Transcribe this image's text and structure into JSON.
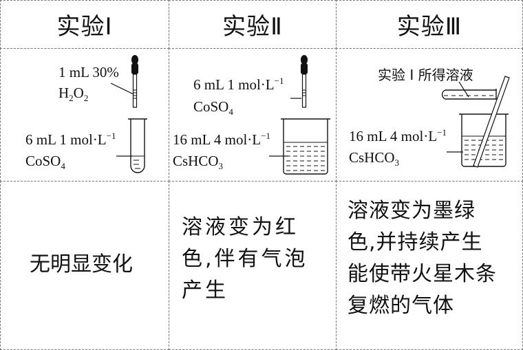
{
  "table": {
    "headers": [
      "实验Ⅰ",
      "实验Ⅱ",
      "实验Ⅲ"
    ],
    "setup": {
      "exp1": {
        "dropper_label_line1": "1 mL 30%",
        "dropper_label_line2_main": "H",
        "dropper_label_line2_sub1": "2",
        "dropper_label_line2_mid": "O",
        "dropper_label_line2_sub2": "2",
        "tube_label_line1_main": "6 mL 1 mol·L",
        "tube_label_line1_sup": "−1",
        "tube_label_line2_main": "CoSO",
        "tube_label_line2_sub": "4"
      },
      "exp2": {
        "dropper_label_line1_main": "6 mL 1 mol·L",
        "dropper_label_line1_sup": "−1",
        "dropper_label_line2_main": "CoSO",
        "dropper_label_line2_sub": "4",
        "beaker_label_line1_main": "16 mL 4 mol·L",
        "beaker_label_line1_sup": "−1",
        "beaker_label_line2_main": "CsHCO",
        "beaker_label_line2_sub": "3"
      },
      "exp3": {
        "tube_label": "实验 Ⅰ 所得溶液",
        "beaker_label_line1_main": "16 mL 4 mol·L",
        "beaker_label_line1_sup": "−1",
        "beaker_label_line2_main": "CsHCO",
        "beaker_label_line2_sub": "3"
      }
    },
    "results": {
      "exp1": [
        "无明显变化"
      ],
      "exp2": [
        "溶液变为红",
        "色,伴有气泡",
        "产生"
      ],
      "exp3": [
        "溶液变为墨绿",
        "色,并持续产生",
        "能使带火星木条",
        "复燃的气体"
      ]
    }
  }
}
